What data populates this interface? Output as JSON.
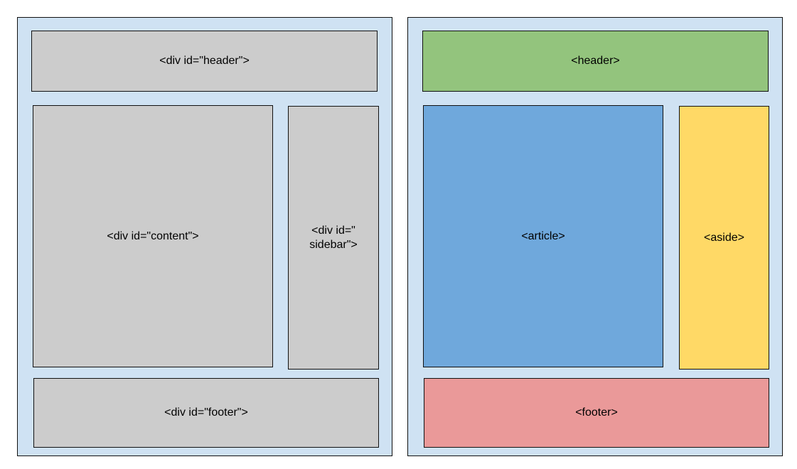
{
  "colors": {
    "panel_background": "#cfe2f3",
    "div_block": "#cccccc",
    "header": "#93c47d",
    "article": "#6fa8dc",
    "aside": "#ffd966",
    "footer": "#ea9999",
    "border": "#111111"
  },
  "div_layout": {
    "header": "<div id=\"header\">",
    "content": "<div id=\"content\">",
    "sidebar": "<div id=\"\nsidebar\">",
    "footer": "<div id=\"footer\">"
  },
  "semantic_layout": {
    "header": "<header>",
    "article": "<article>",
    "aside": "<aside>",
    "footer": "<footer>"
  }
}
